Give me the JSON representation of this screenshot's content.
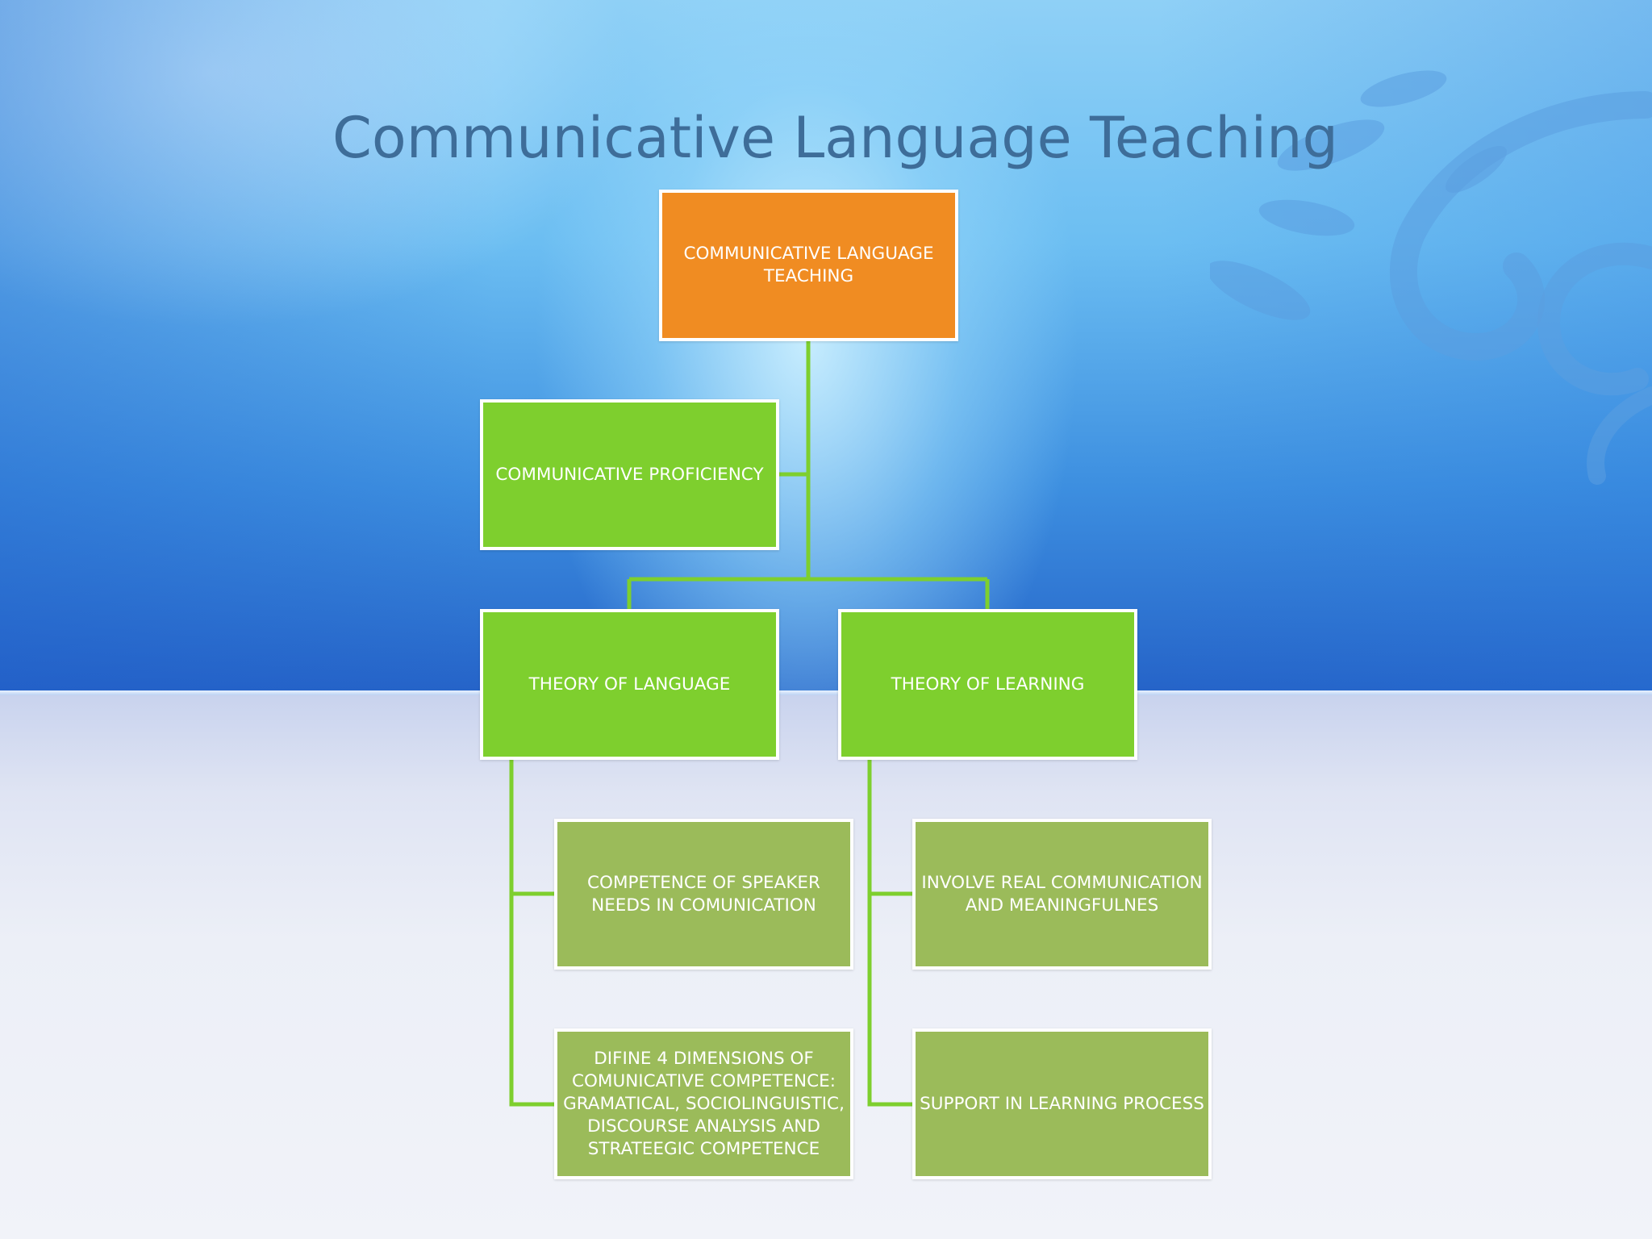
{
  "slide": {
    "title": "Communicative Language Teaching"
  },
  "diagram": {
    "root": "COMMUNICATIVE LANGUAGE TEACHING",
    "proficiency": "COMMUNICATIVE PROFICIENCY",
    "theory_language": "THEORY OF LANGUAGE",
    "theory_learning": "THEORY OF LEARNING",
    "language_children": [
      "COMPETENCE OF  SPEAKER NEEDS IN COMUNICATION",
      "DIFINE 4 DIMENSIONS OF COMUNICATIVE COMPETENCE: GRAMATICAL, SOCIOLINGUISTIC, DISCOURSE ANALYSIS AND STRATEEGIC COMPETENCE"
    ],
    "learning_children": [
      "INVOLVE REAL COMMUNICATION AND MEANINGFULNES",
      "SUPPORT IN LEARNING PROCESS"
    ]
  },
  "colors": {
    "root": "#f08c22",
    "level1": "#7ecf2e",
    "level2": "#9bbb5a",
    "connector": "#7ecf2e",
    "title": "#3e6d99"
  }
}
